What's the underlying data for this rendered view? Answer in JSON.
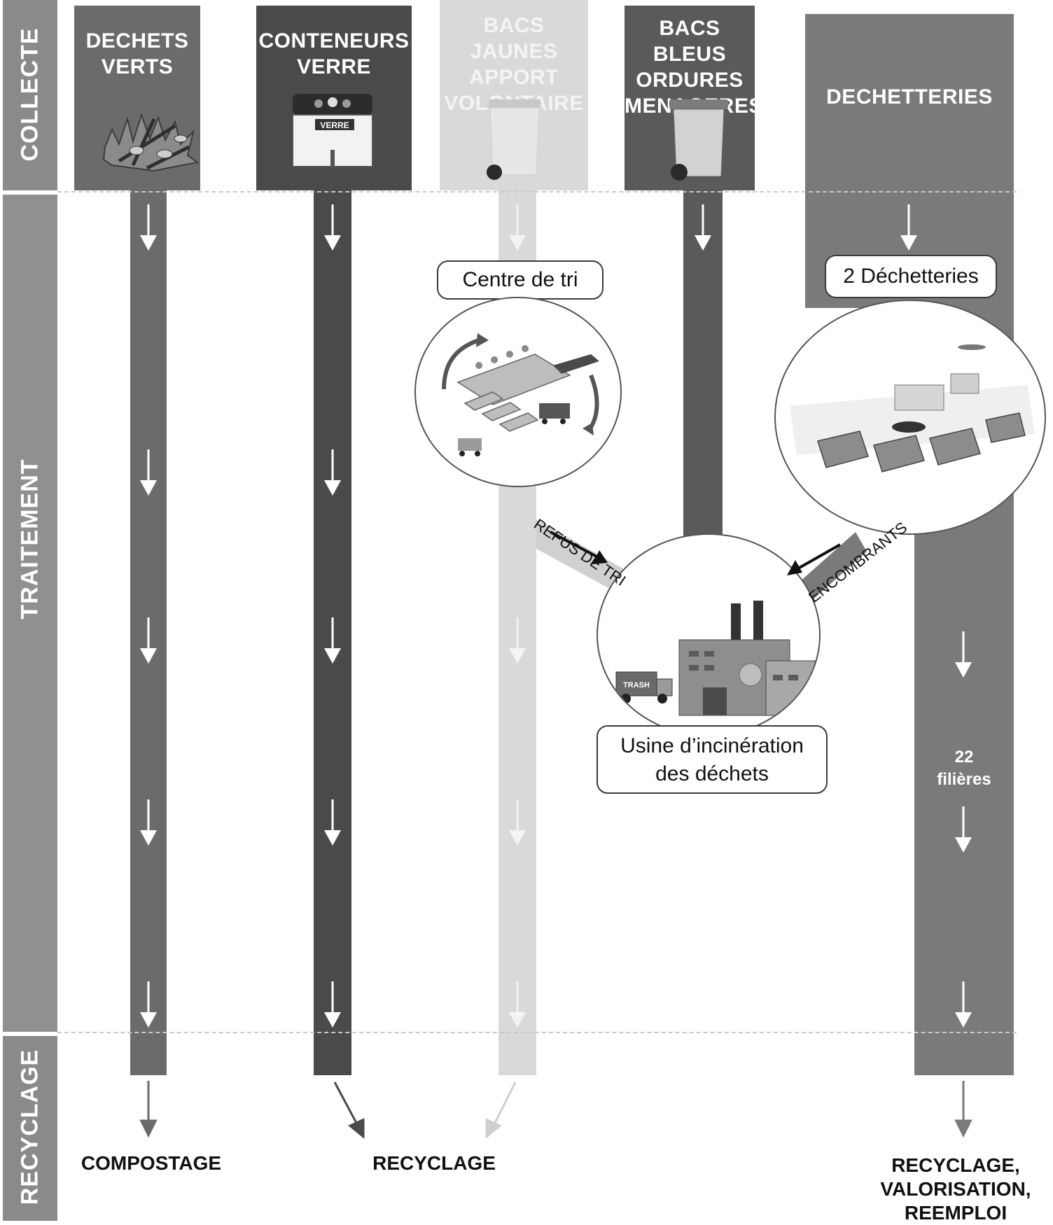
{
  "stages": {
    "collecte": "COLLECTE",
    "traitement": "TRAITEMENT",
    "recyclage": "RECYCLAGE"
  },
  "columns": {
    "dechets_verts": {
      "line1": "DECHETS",
      "line2": "VERTS",
      "color": "#6b6b6b"
    },
    "conteneurs_verre": {
      "line1": "CONTENEURS",
      "line2": "VERRE",
      "color": "#4a4a4a",
      "bin_label": "VERRE"
    },
    "bacs_jaunes": {
      "line1": "BACS JAUNES",
      "line2": "APPORT",
      "line3": "VOLONTAIRE",
      "color": "#d9d9d9"
    },
    "bacs_bleus": {
      "line1": "BACS BLEUS",
      "line2": "ORDURES",
      "line3": "MENAGERES",
      "color": "#5a5a5a"
    },
    "dechetteries": {
      "label": "DECHETTERIES",
      "color": "#7a7a7a"
    }
  },
  "nodes": {
    "centre_tri": "Centre de tri",
    "deux_dechetteries": "2 Déchetteries",
    "usine_line1": "Usine d’incinération",
    "usine_line2": "des déchets",
    "filieres_number": "22",
    "filieres_text": "filières",
    "truck_label": "TRASH"
  },
  "flows": {
    "refus_de_tri": "REFUS DE TRI",
    "encombrants": "ENCOMBRANTS"
  },
  "outputs": {
    "compostage": "COMPOSTAGE",
    "recyclage": "RECYCLAGE",
    "final_line1": "RECYCLAGE,",
    "final_line2": "VALORISATION,",
    "final_line3": "REEMPLOI"
  }
}
